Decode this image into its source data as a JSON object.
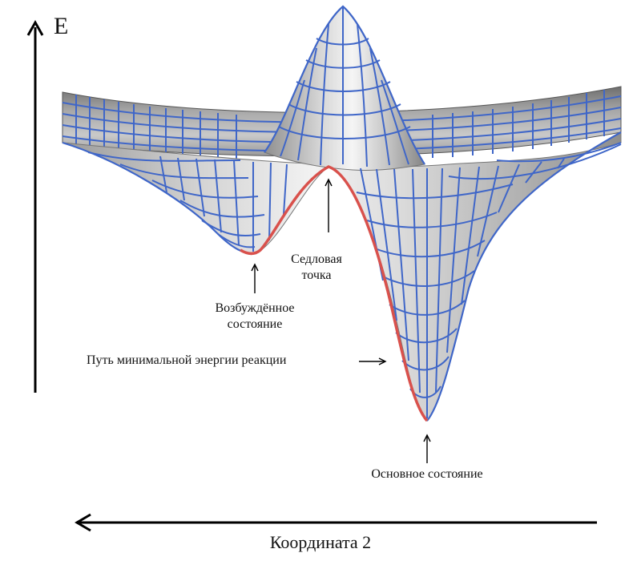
{
  "axes": {
    "energy_label": "E",
    "coordinate_label": "Координата 2"
  },
  "annotations": {
    "saddle_point": [
      "Седловая",
      "точка"
    ],
    "excited_state": [
      "Возбуждённое",
      "состояние"
    ],
    "min_energy_path": "Путь минимальной энергии реакции",
    "ground_state": "Основное состояние"
  },
  "colors": {
    "mesh_lines": "#3f66c8",
    "reaction_path": "#d9514c",
    "surface_light": "#eeeeee",
    "surface_dark": "#8c8c8c"
  }
}
